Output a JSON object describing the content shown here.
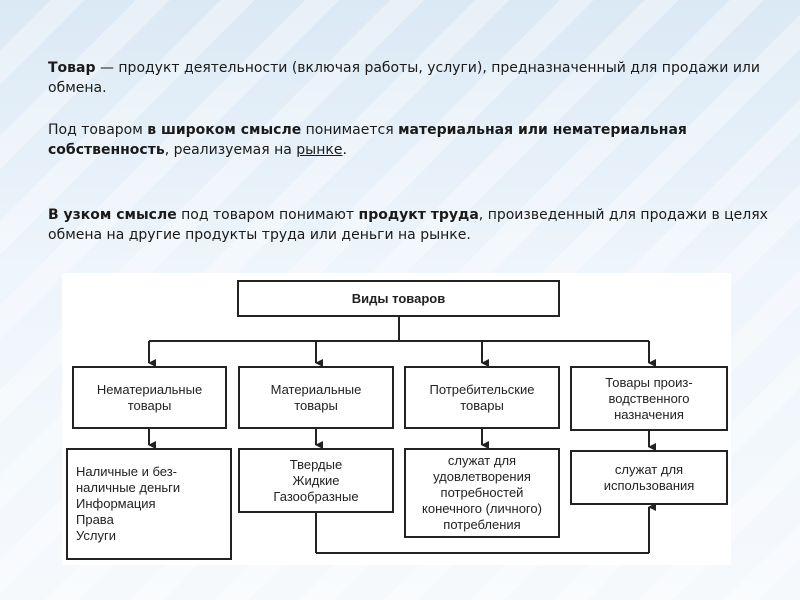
{
  "text": {
    "p1": {
      "term": "Товар",
      "rest": " — продукт деятельности (включая работы, услуги), предназначенный для продажи или обмена."
    },
    "p2": {
      "a": "Под товаром ",
      "b": "в широком смысле",
      "c": " понимается ",
      "d": "материальная или нематериальная собственность",
      "e": ", реализуемая на ",
      "link": "рынке",
      "f": "."
    },
    "p3": {
      "a": "В узком смысле",
      "b": " под товаром понимают ",
      "c": "продукт труда",
      "d": ", произведенный для продажи в целях обмена на другие продукты труда или деньги на рынке."
    }
  },
  "diagram": {
    "root": "Виды товаров",
    "categories": [
      "Нематериальные\nтовары",
      "Материальные\nтовары",
      "Потребительские\nтовары",
      "Товары произ-\nводственного\nназначения"
    ],
    "details": [
      "Наличные и без-\nналичные деньги\nИнформация\nПрава\nУслуги",
      "Твердые\nЖидкие\nГазообразные",
      "служат для\nудовлетворения\nпотребностей\nконечного (личного)\nпотребления",
      "служат для\nиспользования"
    ]
  }
}
